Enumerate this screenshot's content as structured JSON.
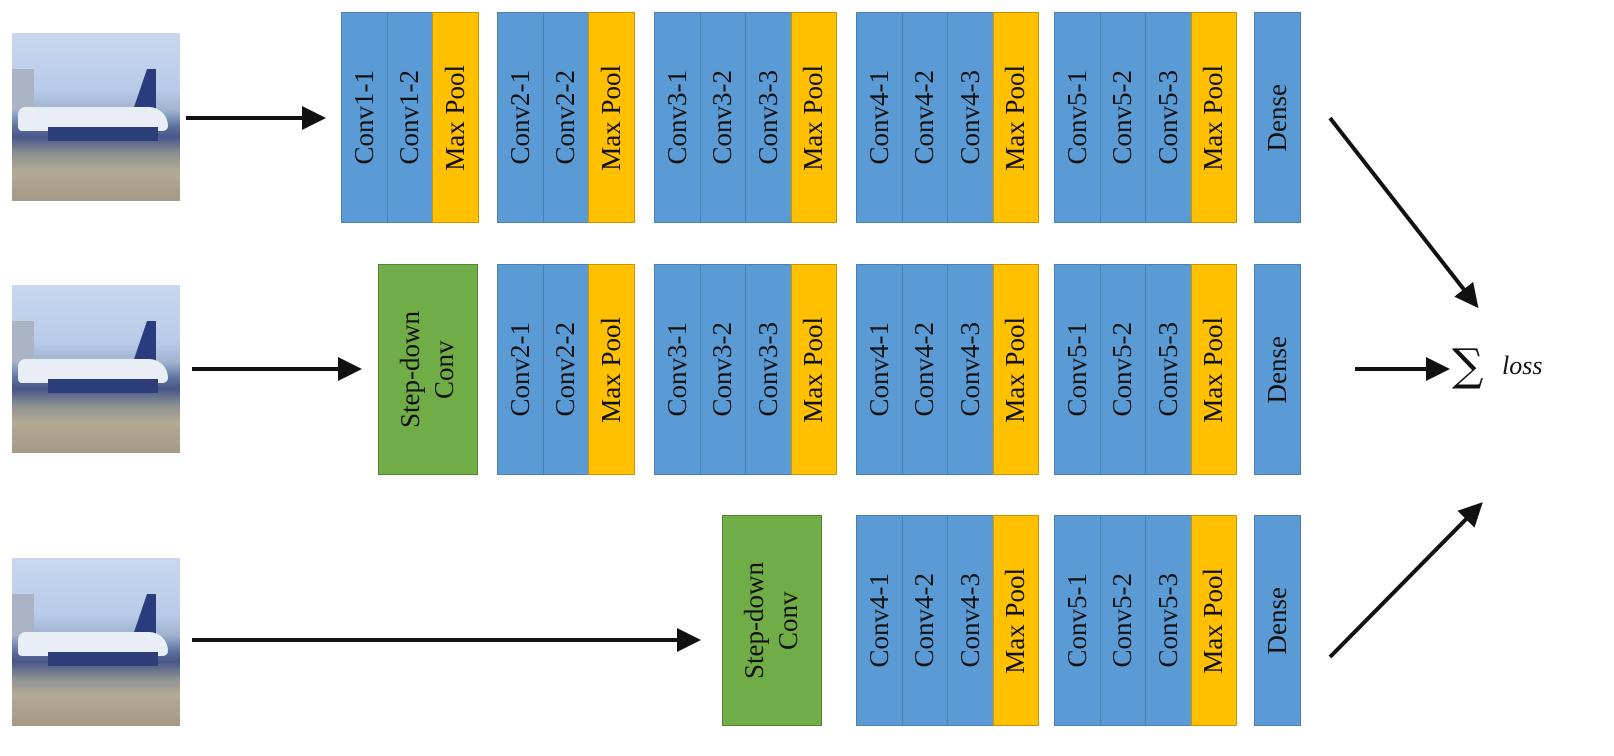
{
  "rows": [
    {
      "input_icon": "airplane-image",
      "stem_label": "",
      "groups": [
        {
          "layers": [
            {
              "label": "Conv1-1",
              "kind": "conv"
            },
            {
              "label": "Conv1-2",
              "kind": "conv"
            },
            {
              "label": "Max Pool",
              "kind": "pool"
            }
          ]
        },
        {
          "layers": [
            {
              "label": "Conv2-1",
              "kind": "conv"
            },
            {
              "label": "Conv2-2",
              "kind": "conv"
            },
            {
              "label": "Max Pool",
              "kind": "pool"
            }
          ]
        },
        {
          "layers": [
            {
              "label": "Conv3-1",
              "kind": "conv"
            },
            {
              "label": "Conv3-2",
              "kind": "conv"
            },
            {
              "label": "Conv3-3",
              "kind": "conv"
            },
            {
              "label": "Max Pool",
              "kind": "pool"
            }
          ]
        },
        {
          "layers": [
            {
              "label": "Conv4-1",
              "kind": "conv"
            },
            {
              "label": "Conv4-2",
              "kind": "conv"
            },
            {
              "label": "Conv4-3",
              "kind": "conv"
            },
            {
              "label": "Max Pool",
              "kind": "pool"
            }
          ]
        },
        {
          "layers": [
            {
              "label": "Conv5-1",
              "kind": "conv"
            },
            {
              "label": "Conv5-2",
              "kind": "conv"
            },
            {
              "label": "Conv5-3",
              "kind": "conv"
            },
            {
              "label": "Max Pool",
              "kind": "pool"
            }
          ]
        },
        {
          "layers": [
            {
              "label": "Dense",
              "kind": "dense"
            }
          ]
        }
      ]
    },
    {
      "input_icon": "airplane-image",
      "stem_label": [
        "Step-down",
        "Conv"
      ],
      "groups": [
        {
          "layers": [
            {
              "label": "Conv2-1",
              "kind": "conv"
            },
            {
              "label": "Conv2-2",
              "kind": "conv"
            },
            {
              "label": "Max Pool",
              "kind": "pool"
            }
          ]
        },
        {
          "layers": [
            {
              "label": "Conv3-1",
              "kind": "conv"
            },
            {
              "label": "Conv3-2",
              "kind": "conv"
            },
            {
              "label": "Conv3-3",
              "kind": "conv"
            },
            {
              "label": "Max Pool",
              "kind": "pool"
            }
          ]
        },
        {
          "layers": [
            {
              "label": "Conv4-1",
              "kind": "conv"
            },
            {
              "label": "Conv4-2",
              "kind": "conv"
            },
            {
              "label": "Conv4-3",
              "kind": "conv"
            },
            {
              "label": "Max Pool",
              "kind": "pool"
            }
          ]
        },
        {
          "layers": [
            {
              "label": "Conv5-1",
              "kind": "conv"
            },
            {
              "label": "Conv5-2",
              "kind": "conv"
            },
            {
              "label": "Conv5-3",
              "kind": "conv"
            },
            {
              "label": "Max Pool",
              "kind": "pool"
            }
          ]
        },
        {
          "layers": [
            {
              "label": "Dense",
              "kind": "dense"
            }
          ]
        }
      ]
    },
    {
      "input_icon": "airplane-image",
      "stem_label": [
        "Step-down",
        "Conv"
      ],
      "groups": [
        {
          "layers": [
            {
              "label": "Conv4-1",
              "kind": "conv"
            },
            {
              "label": "Conv4-2",
              "kind": "conv"
            },
            {
              "label": "Conv4-3",
              "kind": "conv"
            },
            {
              "label": "Max Pool",
              "kind": "pool"
            }
          ]
        },
        {
          "layers": [
            {
              "label": "Conv5-1",
              "kind": "conv"
            },
            {
              "label": "Conv5-2",
              "kind": "conv"
            },
            {
              "label": "Conv5-3",
              "kind": "conv"
            },
            {
              "label": "Max Pool",
              "kind": "pool"
            }
          ]
        },
        {
          "layers": [
            {
              "label": "Dense",
              "kind": "dense"
            }
          ]
        }
      ]
    }
  ],
  "sum": {
    "symbol": "∑",
    "label": "loss"
  },
  "colors": {
    "conv": "#5b9bd5",
    "pool": "#ffc000",
    "stem": "#70ad47",
    "arrow": "#111111"
  }
}
